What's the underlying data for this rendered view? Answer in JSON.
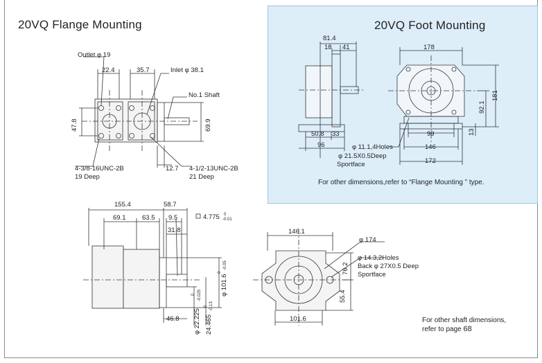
{
  "flange": {
    "title": "20VQ Flange Mounting",
    "labels": {
      "outlet": "Outlet φ 19",
      "inlet": "Inlet φ 38.1",
      "shaft": "No.1 Shaft",
      "d224": "22.4",
      "d357": "35.7",
      "d478": "47.8",
      "d699": "69.9",
      "d127": "12.7",
      "bolt1": "4-3/8-16UNC-2B",
      "bolt1b": "19 Deep",
      "bolt2": "4-1/2-13UNC-2B",
      "bolt2b": "21 Deep"
    }
  },
  "foot": {
    "title": "20VQ Foot Mounting",
    "labels": {
      "d814": "81.4",
      "d18": "18",
      "d41": "41",
      "d508": "50.8",
      "d33": "33",
      "d96": "96",
      "d178": "178",
      "d181": "181",
      "d921": "92.1",
      "d99": "99",
      "d13": "13",
      "d146": "146",
      "d172": "172",
      "holes": "φ 11.1,4Holes",
      "deep": "φ 21.5X0.5Deep",
      "spot": "Sportface"
    },
    "note": "For other  dimensions,refer to  “Flange Mounting ” type."
  },
  "side": {
    "labels": {
      "d1554": "155.4",
      "d587": "58.7",
      "d691": "69.1",
      "d635": "63.5",
      "d95": "9.5",
      "d318": "31.8",
      "key": "4.775",
      "key_sup": "0",
      "key_sub": "-0.01",
      "d468": "46.8",
      "shaft_d": "φ 22.225",
      "shaft_sup": "0",
      "shaft_sub": "-0.025",
      "d24465": "24.465",
      "d24465_sub": "-0.13",
      "d24465_sup": "0",
      "d1016": "φ 101.6",
      "d1016_sup": "0",
      "d1016_sub": "-0.05"
    }
  },
  "front": {
    "labels": {
      "d1461": "146.1",
      "d174": "φ 174",
      "holes": "φ 14.3,2Holes",
      "back": "Back φ 27X0.5 Deep",
      "spot": "Sportface",
      "d762": "76.2",
      "d554": "55.4",
      "d1016": "101.6"
    }
  },
  "shaft_note": {
    "line1": "For other shaft dimensions,",
    "line2": "refer to page",
    "page": "68"
  }
}
